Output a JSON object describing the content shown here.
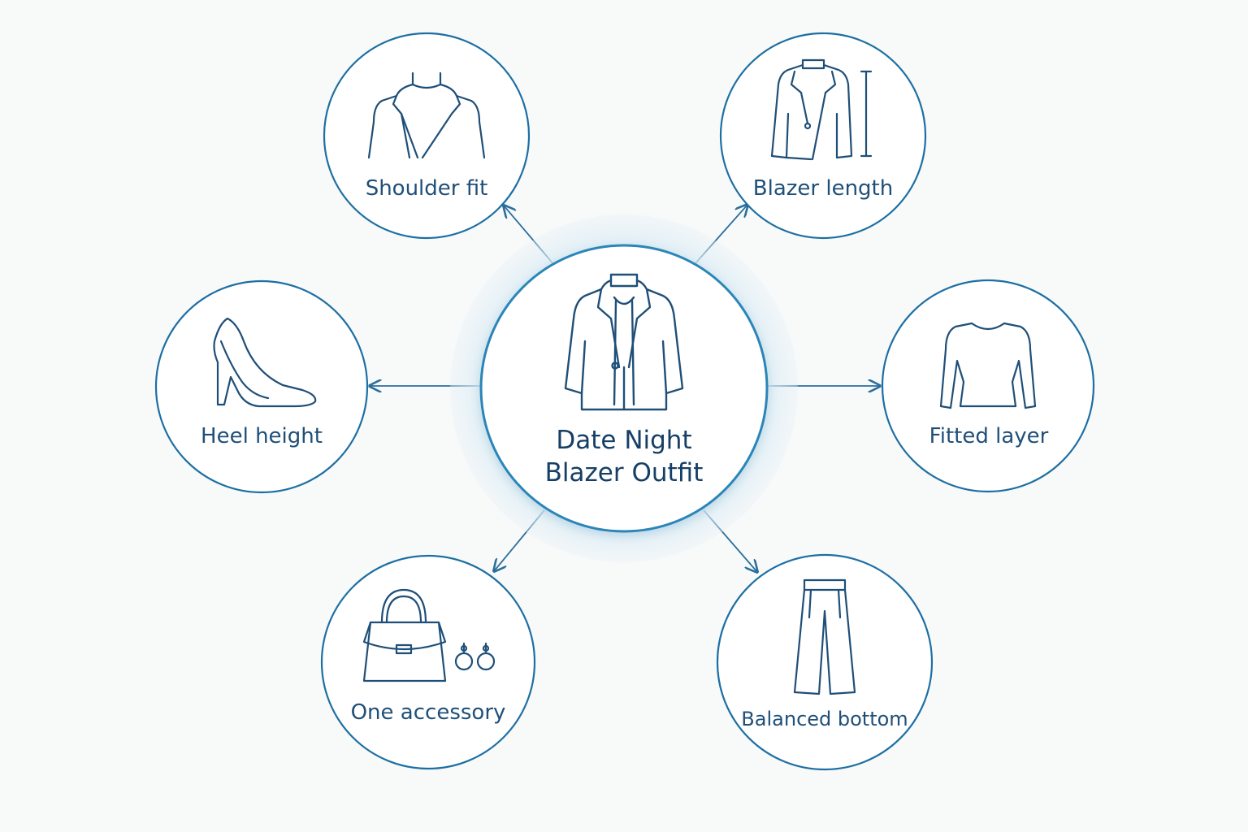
{
  "diagram": {
    "center": {
      "line1": "Date Night",
      "line2": "Blazer Outfit",
      "icon": "blazer-icon"
    },
    "nodes": [
      {
        "id": "shoulder-fit",
        "label": "Shoulder fit",
        "icon": "fitted-jacket-icon"
      },
      {
        "id": "blazer-length",
        "label": "Blazer length",
        "icon": "blazer-length-icon"
      },
      {
        "id": "heel-height",
        "label": "Heel height",
        "icon": "high-heel-icon"
      },
      {
        "id": "fitted-layer",
        "label": "Fitted layer",
        "icon": "long-sleeve-top-icon"
      },
      {
        "id": "one-accessory",
        "label": "One accessory",
        "icon": "handbag-earrings-icon"
      },
      {
        "id": "balanced-bottom",
        "label": "Balanced bottom",
        "icon": "trousers-icon"
      }
    ],
    "colors": {
      "stroke": "#1d6fa3",
      "icon": "#1f4f78",
      "glow": "#d9ecf5",
      "background": "#f8f9f9"
    }
  }
}
